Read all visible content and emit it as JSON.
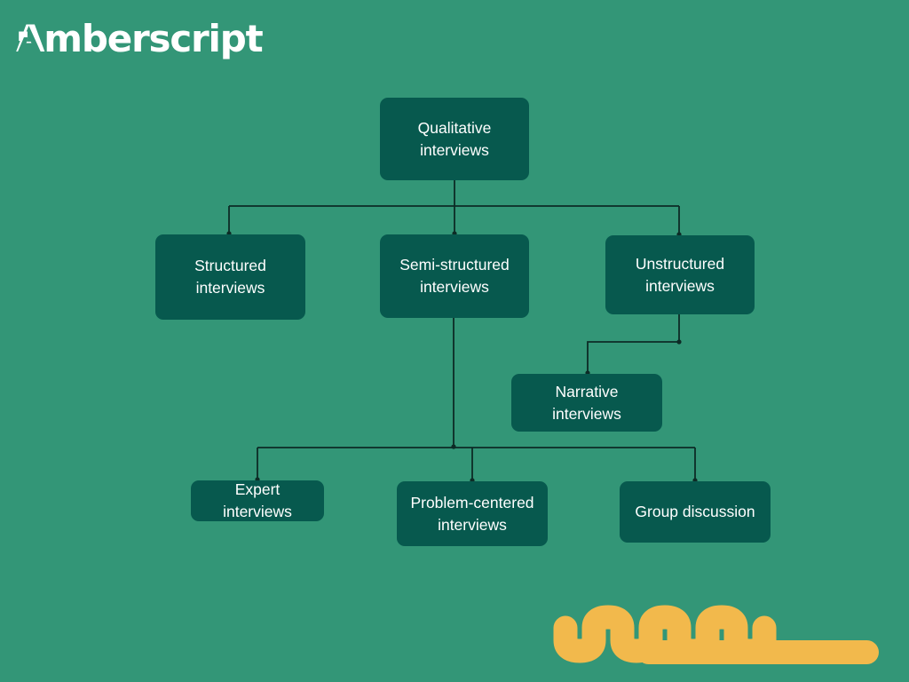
{
  "page": {
    "background_color": "#339677",
    "node_color": "#07594E",
    "node_text_color": "#FFFFFF",
    "connector_color": "#0D2B26",
    "accent_color": "#F2B94C"
  },
  "brand": {
    "name": "Amberscript",
    "logo_icon": "amberscript-a-mark"
  },
  "diagram": {
    "title": "Qualitative interviews",
    "nodes": [
      {
        "id": "qualitative",
        "label": "Qualitative\ninterviews"
      },
      {
        "id": "structured",
        "label": "Structured\ninterviews"
      },
      {
        "id": "semi_structured",
        "label": "Semi-structured\ninterviews"
      },
      {
        "id": "unstructured",
        "label": "Unstructured\ninterviews"
      },
      {
        "id": "narrative",
        "label": "Narrative interviews"
      },
      {
        "id": "expert",
        "label": "Expert interviews"
      },
      {
        "id": "problem_centered",
        "label": "Problem-centered\ninterviews"
      },
      {
        "id": "group_discussion",
        "label": "Group discussion"
      }
    ],
    "edges": [
      {
        "from": "qualitative",
        "to": "structured"
      },
      {
        "from": "qualitative",
        "to": "semi_structured"
      },
      {
        "from": "qualitative",
        "to": "unstructured"
      },
      {
        "from": "unstructured",
        "to": "narrative"
      },
      {
        "from": "semi_structured",
        "to": "expert"
      },
      {
        "from": "semi_structured",
        "to": "problem_centered"
      },
      {
        "from": "semi_structured",
        "to": "group_discussion"
      }
    ]
  },
  "decoration": {
    "waveform_icon": "audio-waveform-squiggle",
    "waveform_color": "#F2B94C"
  }
}
